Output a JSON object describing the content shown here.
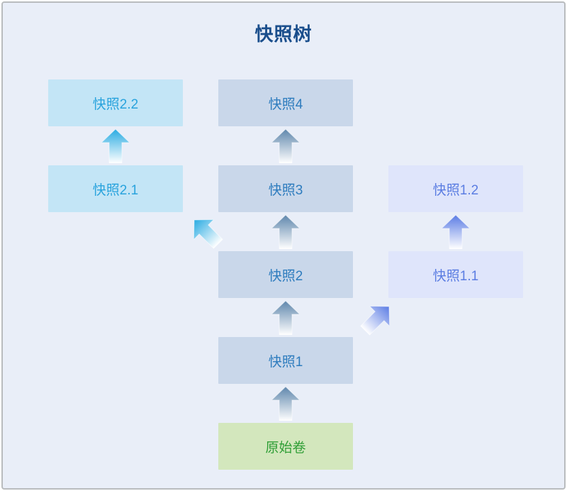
{
  "title": "快照树",
  "nodes": {
    "snapshot2_2": {
      "label": "快照2.2",
      "bg": "#c3e5f6",
      "text_color": "#29a3dd"
    },
    "snapshot4": {
      "label": "快照4",
      "bg": "#c9d7ea",
      "text_color": "#2e7cbe"
    },
    "snapshot2_1": {
      "label": "快照2.1",
      "bg": "#c3e5f6",
      "text_color": "#29a3dd"
    },
    "snapshot3": {
      "label": "快照3",
      "bg": "#c9d7ea",
      "text_color": "#2e7cbe"
    },
    "snapshot1_2": {
      "label": "快照1.2",
      "bg": "#dfe5fb",
      "text_color": "#5b7de2"
    },
    "snapshot2": {
      "label": "快照2",
      "bg": "#c9d7ea",
      "text_color": "#2e7cbe"
    },
    "snapshot1_1": {
      "label": "快照1.1",
      "bg": "#dfe5fb",
      "text_color": "#5b7de2"
    },
    "snapshot1": {
      "label": "快照1",
      "bg": "#c9d7ea",
      "text_color": "#2e7cbe"
    },
    "origin_volume": {
      "label": "原始卷",
      "bg": "#d3e7bd",
      "text_color": "#2e9e35"
    }
  },
  "edges": [
    {
      "from": "原始卷",
      "to": "快照1",
      "direction": "up",
      "arrow_color": "#5e86ac"
    },
    {
      "from": "快照1",
      "to": "快照2",
      "direction": "up",
      "arrow_color": "#5e86ac"
    },
    {
      "from": "快照2",
      "to": "快照3",
      "direction": "up",
      "arrow_color": "#5e86ac"
    },
    {
      "from": "快照3",
      "to": "快照4",
      "direction": "up",
      "arrow_color": "#5e86ac"
    },
    {
      "from": "快照2",
      "to": "快照2.1",
      "direction": "up-left",
      "arrow_color": "#29abe2"
    },
    {
      "from": "快照2.1",
      "to": "快照2.2",
      "direction": "up",
      "arrow_color": "#29abe2"
    },
    {
      "from": "快照1",
      "to": "快照1.1",
      "direction": "up-right",
      "arrow_color": "#5b7ce4"
    },
    {
      "from": "快照1.1",
      "to": "快照1.2",
      "direction": "up",
      "arrow_color": "#5b7ce4"
    }
  ],
  "colors": {
    "title_text": "#1a4e8c",
    "canvas_background": "#e9eef8",
    "canvas_border": "#b9bcbe",
    "arrow_gradient_end": "#ffffff"
  }
}
